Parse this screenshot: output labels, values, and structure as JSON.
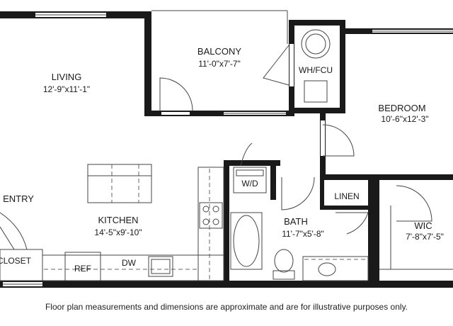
{
  "rooms": {
    "living": {
      "name": "LIVING",
      "dims": "12'-9\"x11'-1\""
    },
    "balcony": {
      "name": "BALCONY",
      "dims": "11'-0\"x7'-7\""
    },
    "bedroom": {
      "name": "BEDROOM",
      "dims": "10'-6\"x12'-3\""
    },
    "kitchen": {
      "name": "KITCHEN",
      "dims": "14'-5\"x9'-10\""
    },
    "bath": {
      "name": "BATH",
      "dims": "11'-7\"x5'-8\""
    },
    "wic": {
      "name": "WIC",
      "dims": "7'-8\"x7'-5\""
    },
    "entry": {
      "name": "ENTRY"
    }
  },
  "fixtures": {
    "wh_fcu": "WH/FCU",
    "wd": "W/D",
    "linen": "LINEN",
    "ref": "REF",
    "dw": "DW",
    "closet": "CLOSET"
  },
  "disclaimer": "Floor plan measurements and dimensions are approximate and are for illustrative purposes only."
}
